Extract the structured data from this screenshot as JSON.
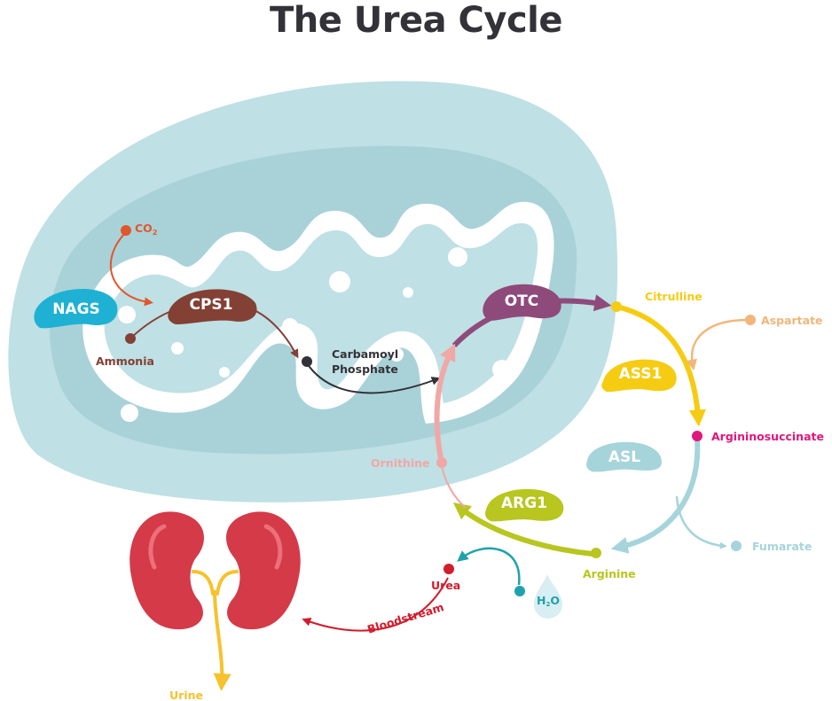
{
  "title": "The Urea Cycle",
  "enzymes": {
    "nags": "NAGS",
    "cps1": "CPS1",
    "otc": "OTC",
    "ass1": "ASS1",
    "asl": "ASL",
    "arg1": "ARG1"
  },
  "metabolites": {
    "co2": "CO",
    "co2_sub": "2",
    "ammonia": "Ammonia",
    "carbamoyl_line1": "Carbamoyl",
    "carbamoyl_line2": "Phosphate",
    "citrulline": "Citrulline",
    "aspartate": "Aspartate",
    "argininosuccinate": "Argininosuccinate",
    "fumarate": "Fumarate",
    "arginine": "Arginine",
    "ornithine": "Ornithine",
    "urea": "Urea",
    "water_h": "H",
    "water_sub": "2",
    "water_o": "O",
    "bloodstream": "Bloodstream",
    "urine": "Urine"
  },
  "colors": {
    "title": "#333238",
    "mito_outer": "#bfe0e4",
    "mito_inner": "#a9d2d8",
    "cristae": "#ffffff",
    "nags": "#1fb1d3",
    "cps1": "#834034",
    "otc": "#8f4a7c",
    "ass1": "#f6cc13",
    "asl": "#a6d4db",
    "arg1": "#b8c61f",
    "co2": "#e2562b",
    "ammonia": "#834034",
    "carbamoyl": "#333238",
    "citrulline": "#f6cc13",
    "aspartate": "#f1b67a",
    "argininosuccinate": "#e0177d",
    "fumarate": "#a6d4db",
    "arginine": "#b8c61f",
    "ornithine": "#f0a8a6",
    "urea": "#d21c2c",
    "water": "#1fa2ac",
    "kidney": "#d43a48",
    "ureter": "#f6c22d"
  }
}
